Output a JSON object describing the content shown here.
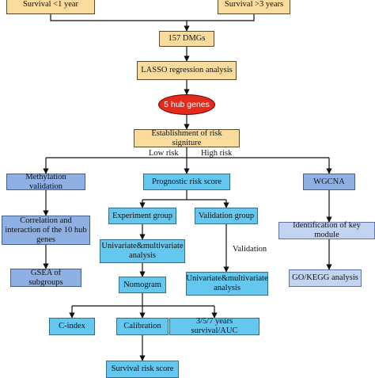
{
  "colors": {
    "tan": "#f9dc9b",
    "cyan": "#65c6ee",
    "blue": "#8fb0e3",
    "lavender": "#c3d3f2",
    "hub": "#e42a1c",
    "line": "#111111"
  },
  "nodes": {
    "survival_lt1": "Survival <1 year",
    "survival_gt3": "Survival >3 years",
    "dmgs": "157 DMGs",
    "lasso": "LASSO regression analysis",
    "hub_genes": "5 hub genes",
    "risk_signature": "Establishment of risk signiture",
    "methylation": "Methylation validation",
    "prognostic": "Prognostic risk score",
    "wgcna": "WGCNA",
    "correlation": "Correlation and interaction of the 10 hub genes",
    "gsea": "GSEA of subgroups",
    "experiment": "Experiment group",
    "validation_group": "Validation group",
    "univariate_exp": "Univariate&multivariate analysis",
    "univariate_val": "Univariate&multivariate analysis",
    "nomogram": "Nomogram",
    "cindex": "C-index",
    "calibration": "Calibration",
    "survival_auc": "3/5/7 years survival/AUC",
    "survival_risk": "Survival risk score",
    "key_module": "Identification of key module",
    "go_kegg": "GO/KEGG analysis"
  },
  "labels": {
    "low_risk": "Low risk",
    "high_risk": "High risk",
    "validation": "Validation"
  }
}
